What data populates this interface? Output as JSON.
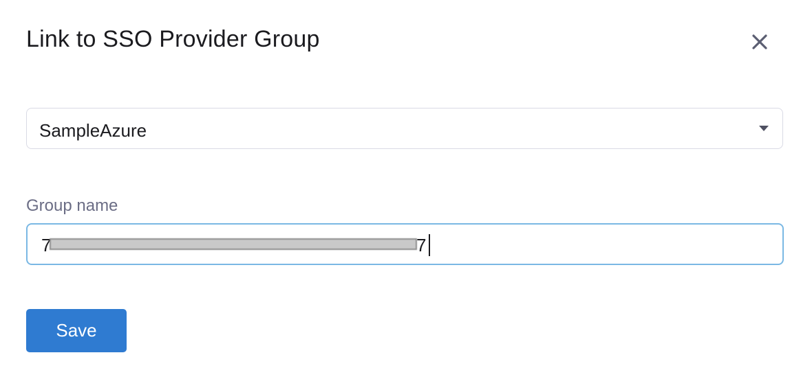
{
  "dialog": {
    "title": "Link to SSO Provider Group",
    "close_icon": "close-icon"
  },
  "sso_provider": {
    "selected": "SampleAzure",
    "caret_icon": "caret-down-icon"
  },
  "group_name": {
    "label": "Group name",
    "value": "7 7",
    "redacted": true
  },
  "actions": {
    "save_label": "Save"
  },
  "colors": {
    "primary": "#2f7bd1",
    "focus_border": "#7ab8e4",
    "border": "#d9dae5",
    "label": "#6b6d85",
    "text": "#1b1b1f"
  }
}
